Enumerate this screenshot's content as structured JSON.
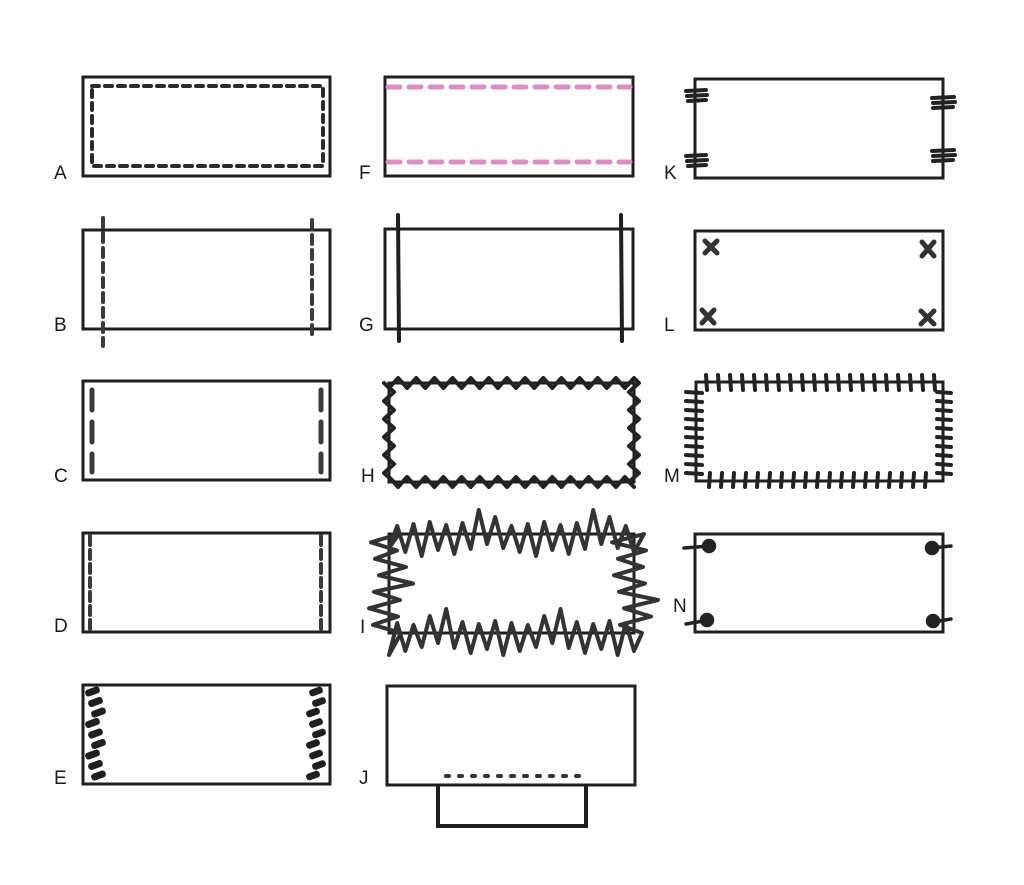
{
  "diagram": {
    "panels": [
      {
        "id": "A",
        "label": "A",
        "stitch": "running-stitch-border"
      },
      {
        "id": "B",
        "label": "B",
        "stitch": "dashed-lines-extending-past-edges"
      },
      {
        "id": "C",
        "label": "C",
        "stitch": "long-dashes-inside-sides"
      },
      {
        "id": "D",
        "label": "D",
        "stitch": "short-dashes-at-side-edges"
      },
      {
        "id": "E",
        "label": "E",
        "stitch": "dense-blocks-at-sides"
      },
      {
        "id": "F",
        "label": "F",
        "stitch": "pink-dashed-top-bottom"
      },
      {
        "id": "G",
        "label": "G",
        "stitch": "solid-lines-extending-past-edges"
      },
      {
        "id": "H",
        "label": "H",
        "stitch": "zigzag-border"
      },
      {
        "id": "I",
        "label": "I",
        "stitch": "wild-zigzag-border"
      },
      {
        "id": "J",
        "label": "J",
        "stitch": "dots-above-attached-strip"
      },
      {
        "id": "K",
        "label": "K",
        "stitch": "corner-bar-tacks"
      },
      {
        "id": "L",
        "label": "L",
        "stitch": "corner-x-tacks"
      },
      {
        "id": "M",
        "label": "M",
        "stitch": "whipstitch-border"
      },
      {
        "id": "N",
        "label": "N",
        "stitch": "corner-dot-tacks"
      }
    ],
    "colors": {
      "ink": "#1f1f1f",
      "pink": "#d98fbf",
      "paper": "#ffffff"
    }
  }
}
